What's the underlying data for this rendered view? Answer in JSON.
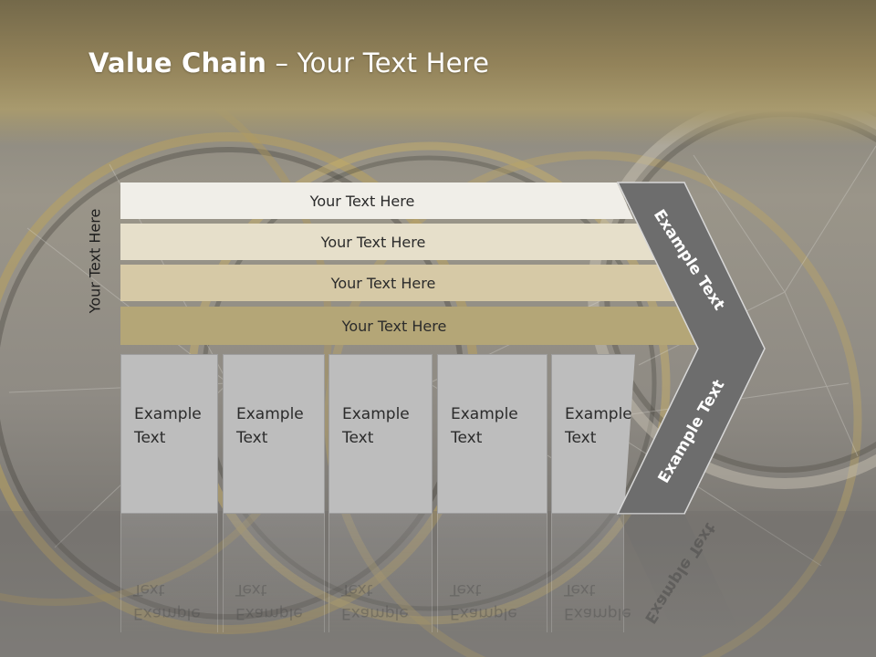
{
  "slide": {
    "title_bold": "Value Chain",
    "title_rest": " – Your Text Here"
  },
  "diagram": {
    "side_label": "Your Text Here",
    "rows": [
      {
        "label": "Your Text Here",
        "color": "#f0eee8"
      },
      {
        "label": "Your Text Here",
        "color": "#e6dfca"
      },
      {
        "label": "Your Text Here",
        "color": "#d6c9a6"
      },
      {
        "label": "Your Text Here",
        "color": "#b4a677"
      }
    ],
    "boxes": [
      {
        "line1": "Example",
        "line2": "Text"
      },
      {
        "line1": "Example",
        "line2": "Text"
      },
      {
        "line1": "Example",
        "line2": "Text"
      },
      {
        "line1": "Example",
        "line2": "Text"
      },
      {
        "line1": "Example",
        "line2": "Text"
      }
    ],
    "chevron_top_label": "Example Text",
    "chevron_bottom_label": "Example Text",
    "colors": {
      "title_band": "#93835a",
      "chevron": "#6d6d6d",
      "box": "#bdbdbd"
    }
  }
}
